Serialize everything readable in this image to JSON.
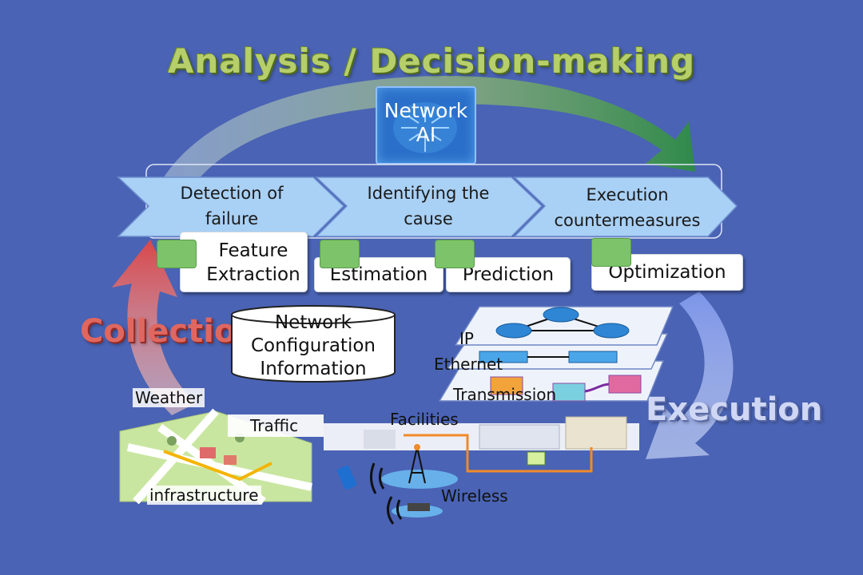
{
  "titles": {
    "analysis": "Analysis / Decision-making",
    "collection": "Collection",
    "execution": "Execution"
  },
  "network_ai": {
    "line1": "Network",
    "line2": "AI"
  },
  "steps": [
    {
      "line1": "Detection of",
      "line2": "failure"
    },
    {
      "line1": "Identifying the",
      "line2": "cause"
    },
    {
      "line1": "Execution",
      "line2": "countermeasures"
    }
  ],
  "ai_functions": {
    "feature_line1": "Feature",
    "feature_line2": "Extraction",
    "estimation": "Estimation",
    "prediction": "Prediction",
    "optimization": "Optimization"
  },
  "database": {
    "line1": "Network",
    "line2": "Configuration",
    "line3": "Information"
  },
  "layers": {
    "ip": "IP",
    "ethernet": "Ethernet",
    "transmission": "Transmission"
  },
  "sources": {
    "weather": "Weather",
    "traffic": "Traffic",
    "infrastructure": "infrastructure",
    "facilities": "Facilities",
    "wireless": "Wireless"
  },
  "colors": {
    "background": "#4a63b4",
    "analysis_text": "#b7cf6a",
    "collection_text": "#e0675f",
    "execution_text": "#cfd7f4",
    "chevron_fill": "#a9d0f5",
    "brain_green": "#7cc36a"
  }
}
